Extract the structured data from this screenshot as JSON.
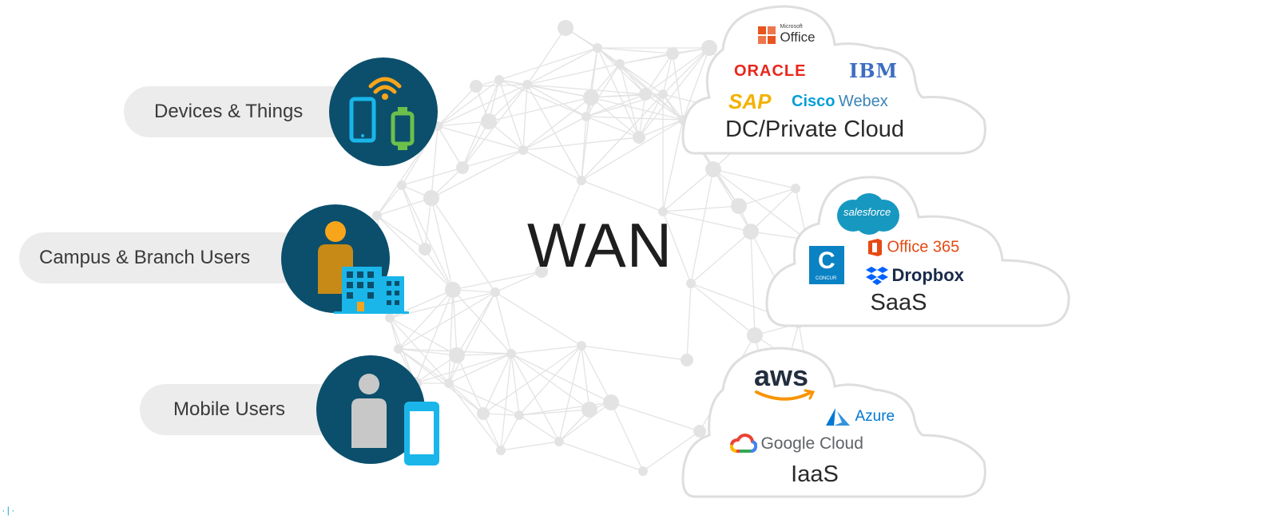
{
  "center": {
    "label": "WAN"
  },
  "users": [
    {
      "label": "Devices & Things",
      "icon": "devices-things-icon"
    },
    {
      "label": "Campus & Branch Users",
      "icon": "campus-branch-icon"
    },
    {
      "label": "Mobile Users",
      "icon": "mobile-user-icon"
    }
  ],
  "clouds": [
    {
      "label": "DC/Private Cloud",
      "logos": {
        "ms_small": "Microsoft",
        "office": "Office",
        "oracle": "ORACLE",
        "ibm": "IBM",
        "sap": "SAP",
        "cisco": "Cisco",
        "webex": "Webex"
      }
    },
    {
      "label": "SaaS",
      "logos": {
        "salesforce": "salesforce",
        "concur": "CONCUR",
        "office365": "Office 365",
        "dropbox": "Dropbox"
      }
    },
    {
      "label": "IaaS",
      "logos": {
        "aws": "aws",
        "azure": "Azure",
        "google_cloud": "Google Cloud"
      }
    }
  ],
  "colors": {
    "circle": "#0b4f6c",
    "pill": "#ececec",
    "mesh": "#e3e3e3",
    "wifi": "#f7a51a",
    "device_blue": "#1ab6ea",
    "device_green": "#6cc04a",
    "person_orange": "#c78a16",
    "person_gray": "#c8c8c8"
  },
  "footer_mark": " · | ·"
}
